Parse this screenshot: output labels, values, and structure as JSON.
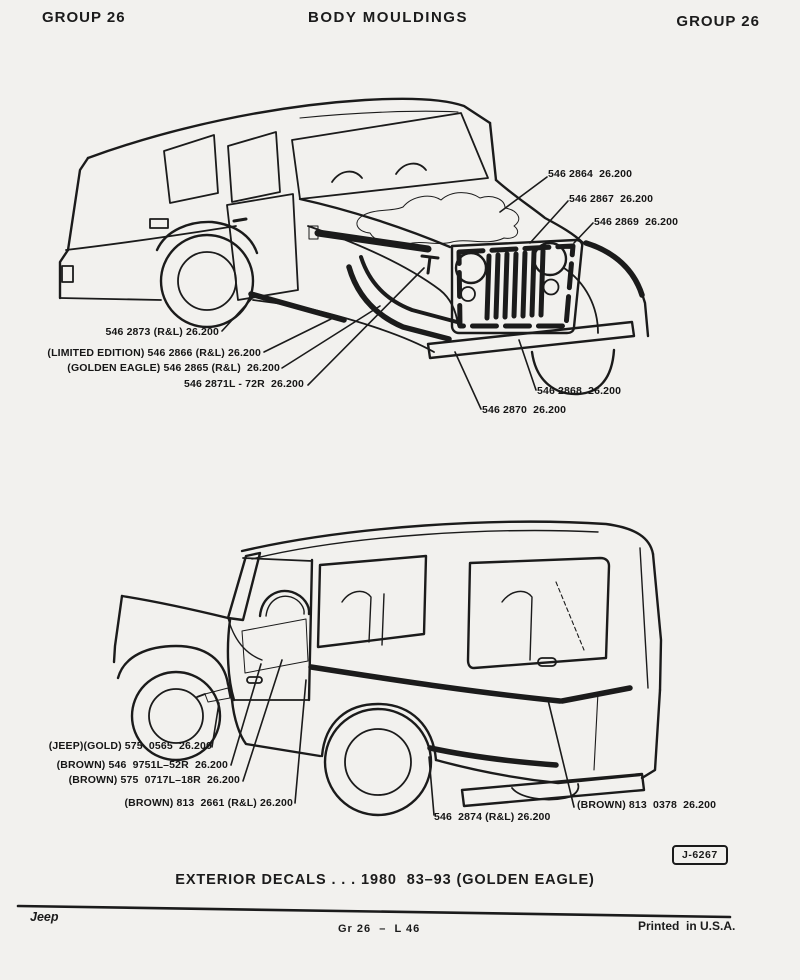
{
  "header": {
    "left": "GROUP 26",
    "center": "BODY MOULDINGS",
    "right": "GROUP 26"
  },
  "figure1": {
    "drawing": "jeep-cj-front-three-quarter-with-golden-eagle-hood-decal",
    "callouts": [
      {
        "text": "546 2864  26.200"
      },
      {
        "text": "546 2867  26.200"
      },
      {
        "text": "546 2869  26.200"
      },
      {
        "text": "546 2873 (R&L) 26.200"
      },
      {
        "text": "(LIMITED EDITION) 546 2866 (R&L) 26.200"
      },
      {
        "text": "(GOLDEN EAGLE) 546 2865 (R&L)  26.200"
      },
      {
        "text": "546 2871L - 72R  26.200"
      },
      {
        "text": "546 2868  26.200"
      },
      {
        "text": "546 2870  26.200"
      }
    ]
  },
  "figure2": {
    "drawing": "jeep-cj-hardtop-rear-three-quarter-with-side-decals",
    "callouts": [
      {
        "text": "(JEEP)(GOLD) 575  0565  26.200"
      },
      {
        "text": "(BROWN) 546  9751L–52R  26.200"
      },
      {
        "text": "(BROWN) 575  0717L–18R  26.200"
      },
      {
        "text": "(BROWN) 813  2661 (R&L) 26.200"
      },
      {
        "text": "546  2874 (R&L) 26.200"
      },
      {
        "text": "(BROWN) 813  0378  26.200"
      }
    ]
  },
  "figure_ref": "J-6267",
  "caption": "EXTERIOR DECALS . . . 1980  83–93 (GOLDEN EAGLE)",
  "footer": {
    "brand": "Jeep",
    "page_code": "Gr 26  –  L 46",
    "printed": "Printed  in U.S.A."
  },
  "colors": {
    "paper": "#f2f1ee",
    "ink": "#1b1b1b"
  }
}
